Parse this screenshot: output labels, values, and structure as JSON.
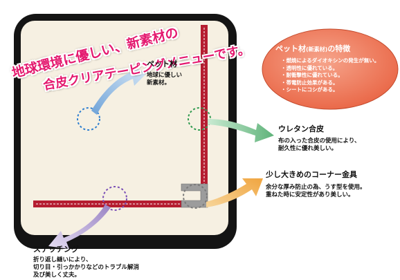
{
  "banner": {
    "line1": "地球環境に優しい、新素材の",
    "line2": "合皮クリアテーピングメニューです。"
  },
  "pet_material": {
    "title": "ペット材",
    "desc_lines": [
      "地球に優しい",
      "新素材。"
    ]
  },
  "oval": {
    "title": "ペット材",
    "title_small": "(新素材)",
    "title_suffix": "の特徴",
    "items": [
      "・燃焼によるダイオキシンの発生が無い。",
      "・透明性に優れている。",
      "・耐衝撃性に優れている。",
      "・帯電防止効果がある。",
      "・シートにコシがある。"
    ]
  },
  "urethane": {
    "title": "ウレタン合皮",
    "desc_lines": [
      "布の入った合皮の使用により、",
      "耐久性に優れ美しい。"
    ]
  },
  "corner": {
    "title": "少し大きめのコーナー金具",
    "desc_lines": [
      "余分な厚み防止の為、うす型を使用。",
      "重ねた時に安定性があり美しい。"
    ]
  },
  "stitching": {
    "title": "ステッチング",
    "desc_lines": [
      "折り返し縫いにより、",
      "切り目・引っかかりなどのトラブル解消",
      "及び美しく丈夫。"
    ]
  },
  "colors": {
    "board_border": "#141414",
    "panel_fill": "#f6f0e2",
    "trim_red": "#b51d30",
    "oval_fill": "#ef7b5e",
    "banner_pink": "#e4196f",
    "arrow_blue": "#6fa3d8",
    "arrow_green": "#5fb37a",
    "arrow_orange": "#f0a540",
    "arrow_purple": "#9a84c4"
  }
}
